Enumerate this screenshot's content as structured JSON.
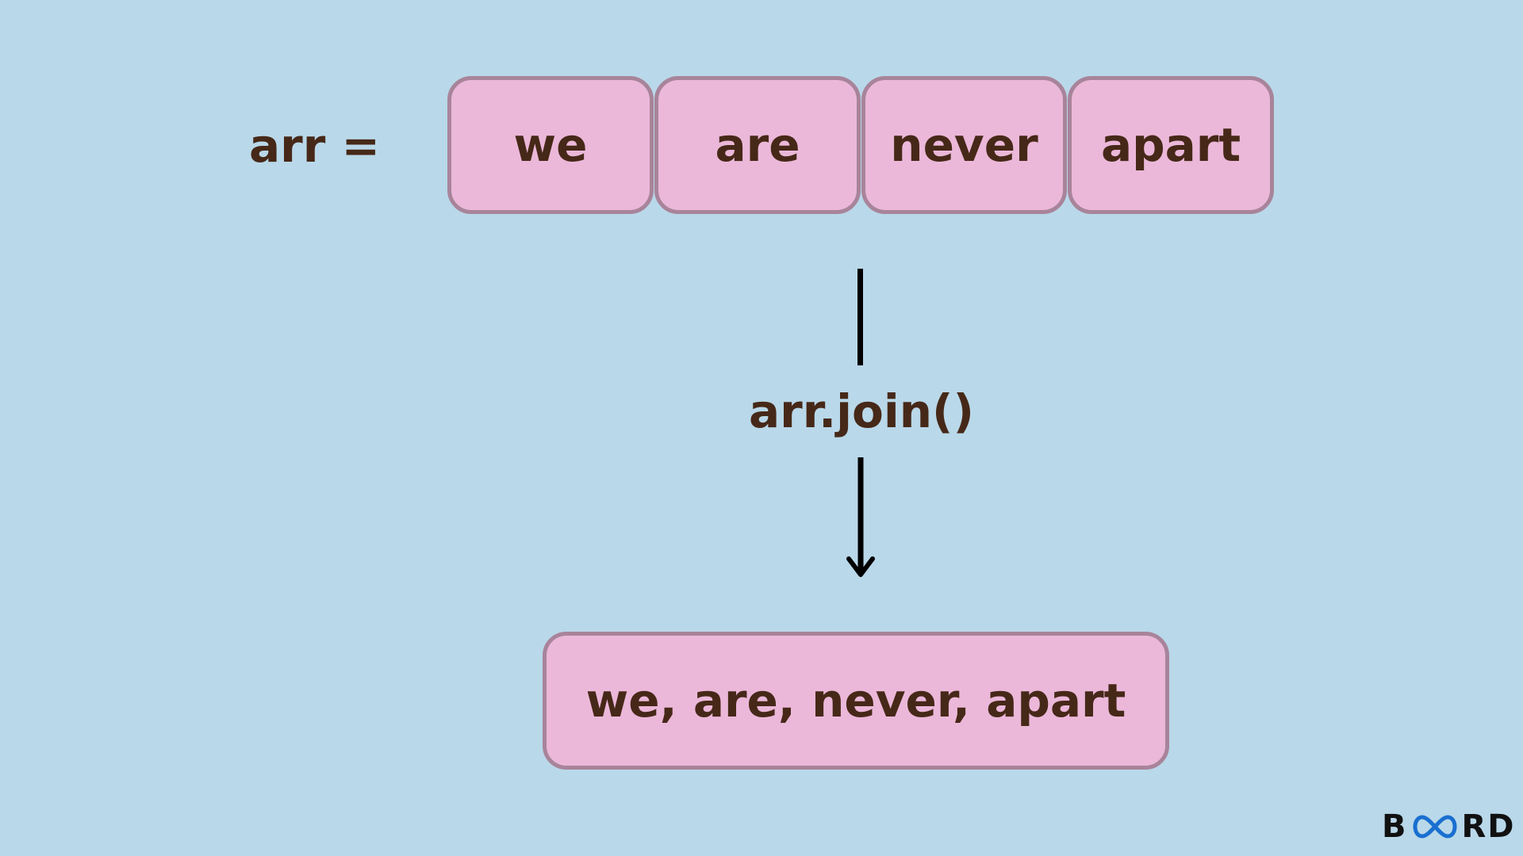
{
  "diagram": {
    "array_label": "arr =",
    "array_items": [
      "we",
      "are",
      "never",
      "apart"
    ],
    "method_label": "arr.join()",
    "result": "we, are, never, apart"
  },
  "logo": {
    "left": "B",
    "right": "RD",
    "infinity_color": "#1a6fd0"
  },
  "colors": {
    "background": "#b9d8e9",
    "box_fill": "#ebb8d9",
    "box_border": "#a8849a",
    "text": "#462818",
    "arrow": "#000000"
  }
}
